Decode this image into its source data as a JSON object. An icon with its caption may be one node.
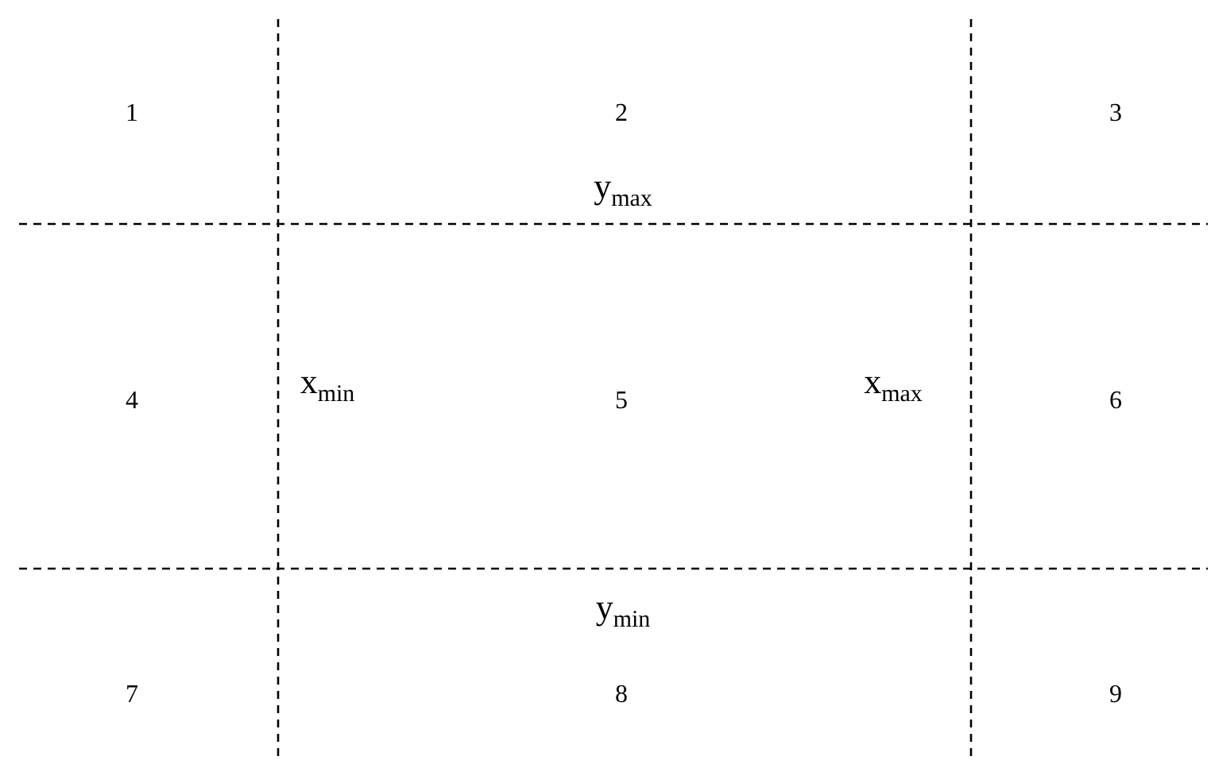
{
  "diagram": {
    "labels": [
      "1",
      "2",
      "3",
      "y$_{max}$",
      "4",
      "x$_{min}$",
      "5",
      "x$_{max}$",
      "6",
      "y$_{min}$",
      "7",
      "8",
      "9"
    ]
  }
}
